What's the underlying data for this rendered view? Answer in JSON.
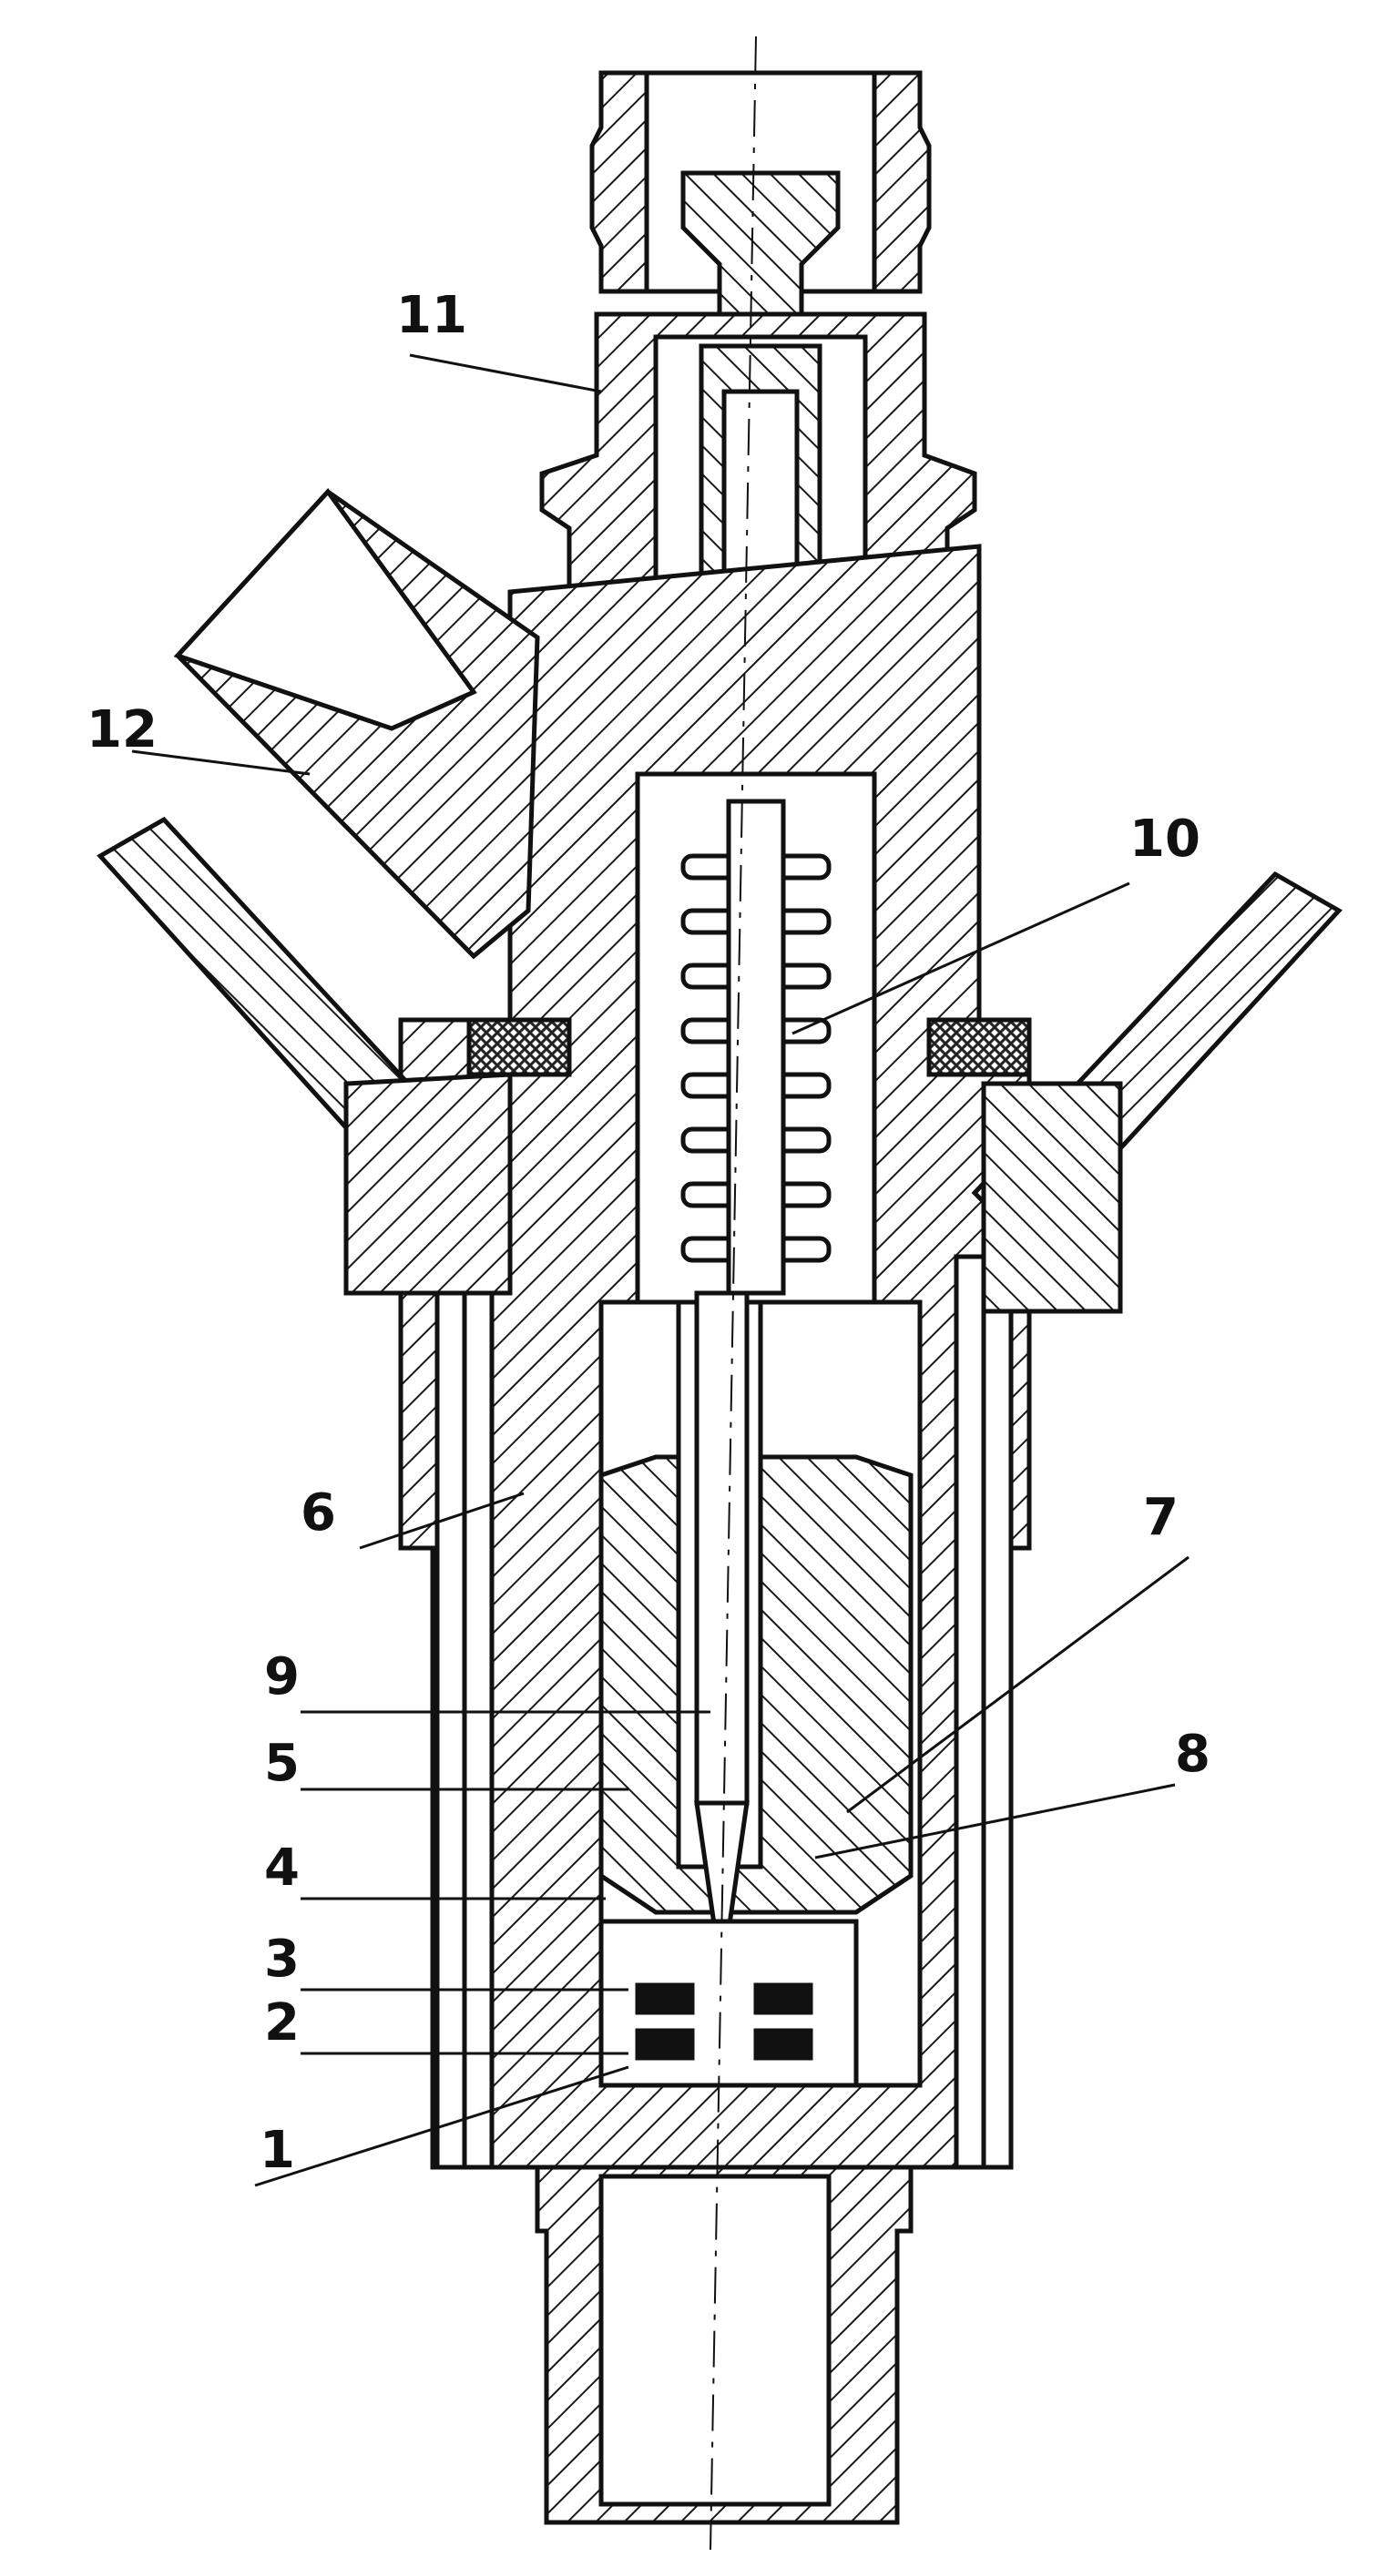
{
  "diagram": {
    "colors": {
      "ink": "#111111",
      "paper": "#ffffff",
      "hatch": "#1a1a1a",
      "crosshatch": "#222222"
    },
    "callouts": [
      {
        "id": "c1",
        "text": "1"
      },
      {
        "id": "c2",
        "text": "2"
      },
      {
        "id": "c3",
        "text": "3"
      },
      {
        "id": "c4",
        "text": "4"
      },
      {
        "id": "c5",
        "text": "5"
      },
      {
        "id": "c6",
        "text": "6"
      },
      {
        "id": "c7",
        "text": "7"
      },
      {
        "id": "c8",
        "text": "8"
      },
      {
        "id": "c9",
        "text": "9"
      },
      {
        "id": "c10",
        "text": "10"
      },
      {
        "id": "c11",
        "text": "11"
      },
      {
        "id": "c12",
        "text": "12"
      }
    ]
  }
}
